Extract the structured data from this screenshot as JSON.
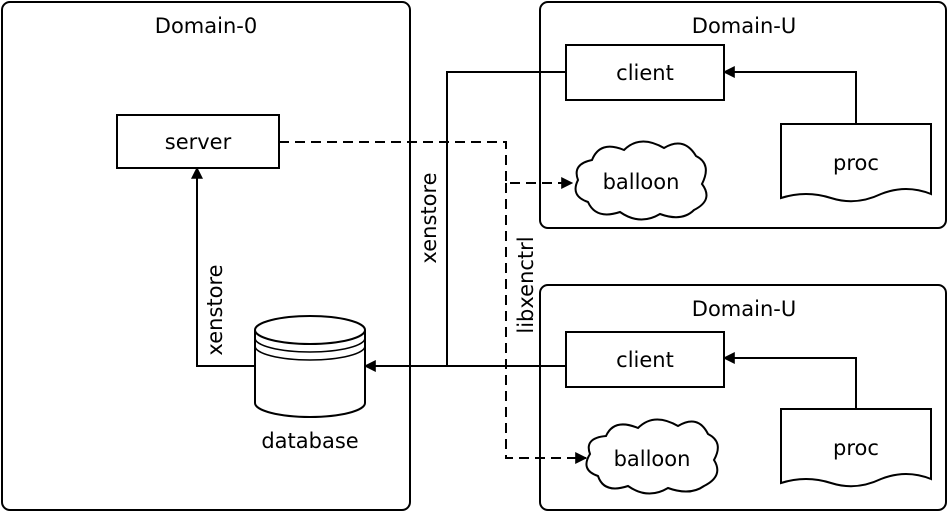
{
  "domains": {
    "dom0": {
      "title": "Domain-0"
    },
    "domu_top": {
      "title": "Domain-U"
    },
    "domu_bottom": {
      "title": "Domain-U"
    }
  },
  "nodes": {
    "server": "server",
    "database": "database",
    "client_top": "client",
    "client_bottom": "client",
    "balloon_top": "balloon",
    "balloon_bottom": "balloon",
    "proc_top": "proc",
    "proc_bottom": "proc"
  },
  "edge_labels": {
    "xenstore_left": "xenstore",
    "xenstore_middle": "xenstore",
    "libxenctrl": "libxenctrl"
  }
}
